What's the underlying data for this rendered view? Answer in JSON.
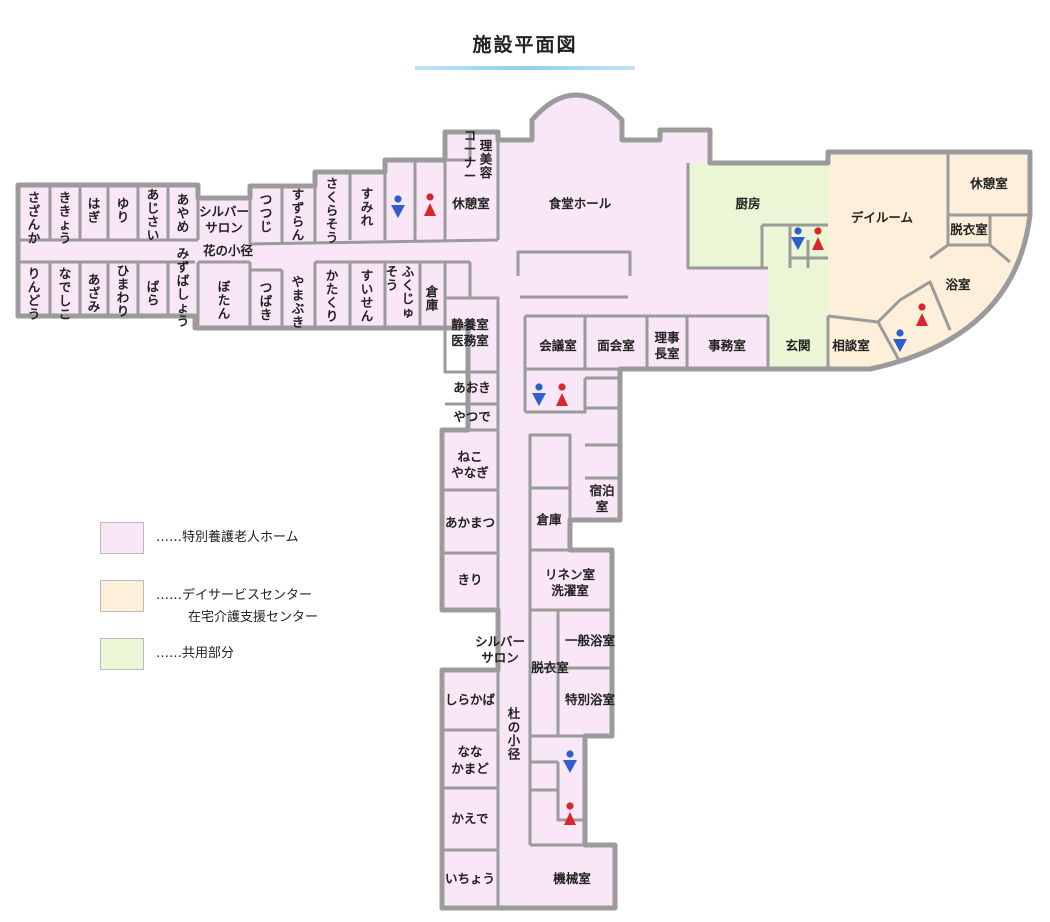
{
  "title": "施設平面図",
  "colors": {
    "nursing_home": "#f9e6f6",
    "day_service": "#fdefd9",
    "shared": "#eaf6d6",
    "wall": "#9b9b9b",
    "male_icon": "#2f5fcf",
    "female_icon": "#d8262c"
  },
  "legend": [
    {
      "text": "……特別養護老人ホーム"
    },
    {
      "text": "……デイサービスセンター"
    },
    {
      "text": "在宅介護支援センター"
    },
    {
      "text": "……共用部分"
    }
  ],
  "rooms": {
    "sazanka": "さざんか",
    "kikyo": "ききょう",
    "hagi": "はぎ",
    "yuri": "ゆり",
    "ajisai": "あじさい",
    "ayame": "あやめ",
    "silver_salon_1a": "シルバー",
    "silver_salon_1b": "サロン",
    "tsutsuji": "つつじ",
    "suzuran": "すずらん",
    "sakuraso": "さくらそう",
    "sumire": "すみれ",
    "hana_path": "花の小径",
    "rindo": "りんどう",
    "nadeshiko": "なでしこ",
    "azami": "あざみ",
    "himawari": "ひまわり",
    "bara": "ばら",
    "mizubasho": "みずばしょう",
    "botan": "ぼたん",
    "tsubaki": "つばき",
    "yamabuki": "やまぶき",
    "katakuri": "かたくり",
    "suisen": "すいせん",
    "fukuju": "ふくじゅそう",
    "storage_1": "倉庫",
    "barber_a": "理美容",
    "barber_b": "コーナー",
    "rest_1": "休憩室",
    "dining_hall": "食堂ホール",
    "kitchen": "厨房",
    "day_room": "デイルーム",
    "rest_2": "休憩室",
    "changing_1": "脱衣室",
    "bath_1": "浴室",
    "consult": "相談室",
    "entrance": "玄関",
    "office": "事務室",
    "director_a": "理事",
    "director_b": "長室",
    "meeting_visit": "面会室",
    "conference": "会議室",
    "medical_a": "静養室",
    "medical_b": "医務室",
    "aoki": "あおき",
    "yatsude": "やつで",
    "nekoyanagi_a": "ねこ",
    "nekoyanagi_b": "やなぎ",
    "akamatsu": "あかまつ",
    "kiri": "きり",
    "overnight_a": "宿泊",
    "overnight_b": "室",
    "storage_2": "倉庫",
    "linen_a": "リネン室",
    "linen_b": "洗濯室",
    "silver_salon_2a": "シルバー",
    "silver_salon_2b": "サロン",
    "general_bath": "一般浴室",
    "changing_2": "脱衣室",
    "special_bath": "特別浴室",
    "shirakaba": "しらかば",
    "nanakamado_a": "なな",
    "nanakamado_b": "かまど",
    "forest_path": "杜の小径",
    "kaede": "かえで",
    "icho": "いちょう",
    "machine": "機械室"
  }
}
